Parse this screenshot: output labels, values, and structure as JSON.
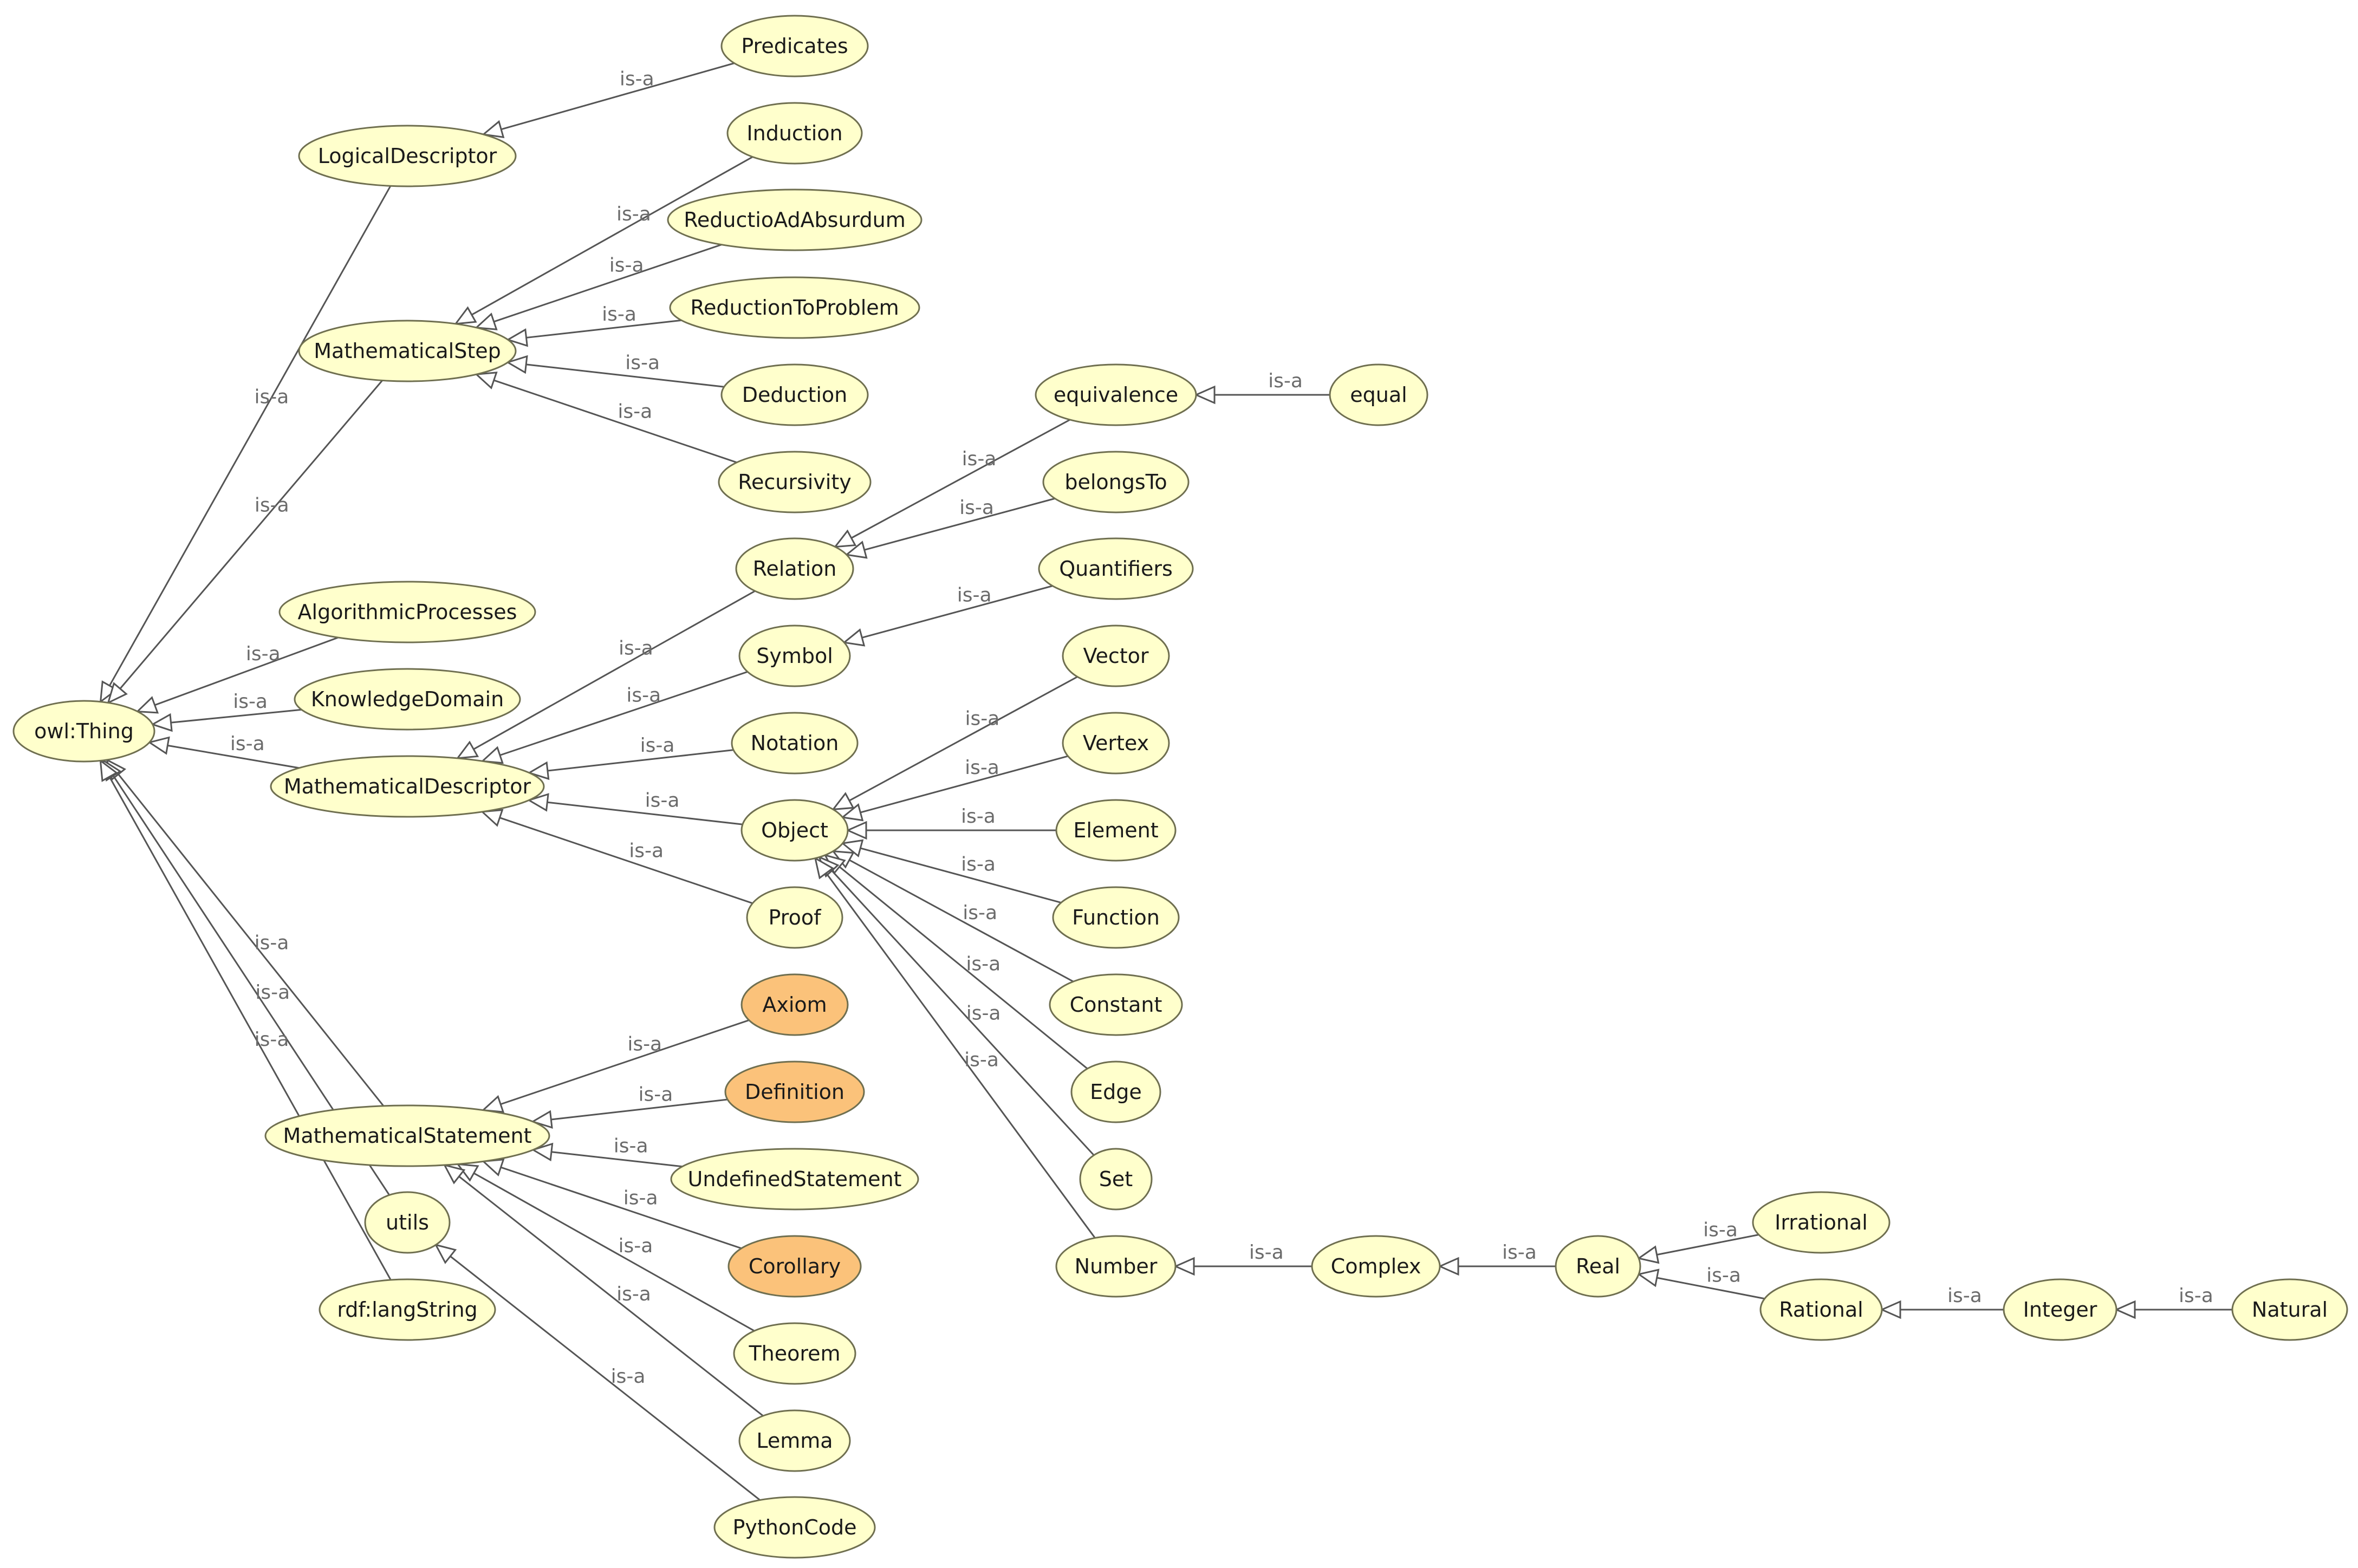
{
  "diagram": {
    "node_fill": "#ffffcc",
    "highlight_fill": "#fbc27a",
    "edge_label": "is-a",
    "nodes": [
      {
        "id": "owl-thing",
        "label": "owl:Thing"
      },
      {
        "id": "logical-descriptor",
        "label": "LogicalDescriptor"
      },
      {
        "id": "predicates",
        "label": "Predicates"
      },
      {
        "id": "mathematical-step",
        "label": "MathematicalStep"
      },
      {
        "id": "induction",
        "label": "Induction"
      },
      {
        "id": "reductio-ad-absurdum",
        "label": "ReductioAdAbsurdum"
      },
      {
        "id": "reduction-to-problem",
        "label": "ReductionToProblem"
      },
      {
        "id": "deduction",
        "label": "Deduction"
      },
      {
        "id": "recursivity",
        "label": "Recursivity"
      },
      {
        "id": "algorithmic-processes",
        "label": "AlgorithmicProcesses"
      },
      {
        "id": "knowledge-domain",
        "label": "KnowledgeDomain"
      },
      {
        "id": "mathematical-descriptor",
        "label": "MathematicalDescriptor"
      },
      {
        "id": "relation",
        "label": "Relation"
      },
      {
        "id": "symbol",
        "label": "Symbol"
      },
      {
        "id": "notation",
        "label": "Notation"
      },
      {
        "id": "object",
        "label": "Object"
      },
      {
        "id": "proof",
        "label": "Proof"
      },
      {
        "id": "equivalence",
        "label": "equivalence"
      },
      {
        "id": "equal",
        "label": "equal"
      },
      {
        "id": "belongs-to",
        "label": "belongsTo"
      },
      {
        "id": "quantifiers",
        "label": "Quantifiers"
      },
      {
        "id": "vector",
        "label": "Vector"
      },
      {
        "id": "vertex",
        "label": "Vertex"
      },
      {
        "id": "element",
        "label": "Element"
      },
      {
        "id": "function",
        "label": "Function"
      },
      {
        "id": "constant",
        "label": "Constant"
      },
      {
        "id": "edge",
        "label": "Edge"
      },
      {
        "id": "set",
        "label": "Set"
      },
      {
        "id": "number",
        "label": "Number"
      },
      {
        "id": "complex",
        "label": "Complex"
      },
      {
        "id": "real",
        "label": "Real"
      },
      {
        "id": "irrational",
        "label": "Irrational"
      },
      {
        "id": "rational",
        "label": "Rational"
      },
      {
        "id": "integer",
        "label": "Integer"
      },
      {
        "id": "natural",
        "label": "Natural"
      },
      {
        "id": "mathematical-statement",
        "label": "MathematicalStatement"
      },
      {
        "id": "axiom",
        "label": "Axiom",
        "highlight": true
      },
      {
        "id": "definition",
        "label": "Definition",
        "highlight": true
      },
      {
        "id": "undefined-statement",
        "label": "UndefinedStatement"
      },
      {
        "id": "corollary",
        "label": "Corollary",
        "highlight": true
      },
      {
        "id": "theorem",
        "label": "Theorem"
      },
      {
        "id": "lemma",
        "label": "Lemma"
      },
      {
        "id": "utils",
        "label": "utils"
      },
      {
        "id": "python-code",
        "label": "PythonCode"
      },
      {
        "id": "rdf-lang-string",
        "label": "rdf:langString"
      }
    ],
    "edges": [
      {
        "child": "predicates",
        "parent": "logical-descriptor"
      },
      {
        "child": "induction",
        "parent": "mathematical-step"
      },
      {
        "child": "reductio-ad-absurdum",
        "parent": "mathematical-step"
      },
      {
        "child": "reduction-to-problem",
        "parent": "mathematical-step"
      },
      {
        "child": "deduction",
        "parent": "mathematical-step"
      },
      {
        "child": "recursivity",
        "parent": "mathematical-step"
      },
      {
        "child": "logical-descriptor",
        "parent": "owl-thing"
      },
      {
        "child": "mathematical-step",
        "parent": "owl-thing"
      },
      {
        "child": "algorithmic-processes",
        "parent": "owl-thing"
      },
      {
        "child": "knowledge-domain",
        "parent": "owl-thing"
      },
      {
        "child": "mathematical-descriptor",
        "parent": "owl-thing"
      },
      {
        "child": "mathematical-statement",
        "parent": "owl-thing"
      },
      {
        "child": "utils",
        "parent": "owl-thing"
      },
      {
        "child": "rdf-lang-string",
        "parent": "owl-thing"
      },
      {
        "child": "relation",
        "parent": "mathematical-descriptor"
      },
      {
        "child": "symbol",
        "parent": "mathematical-descriptor"
      },
      {
        "child": "notation",
        "parent": "mathematical-descriptor"
      },
      {
        "child": "object",
        "parent": "mathematical-descriptor"
      },
      {
        "child": "proof",
        "parent": "mathematical-descriptor"
      },
      {
        "child": "equivalence",
        "parent": "relation"
      },
      {
        "child": "belongs-to",
        "parent": "relation"
      },
      {
        "child": "equal",
        "parent": "equivalence"
      },
      {
        "child": "quantifiers",
        "parent": "symbol"
      },
      {
        "child": "vector",
        "parent": "object"
      },
      {
        "child": "vertex",
        "parent": "object"
      },
      {
        "child": "element",
        "parent": "object"
      },
      {
        "child": "function",
        "parent": "object"
      },
      {
        "child": "constant",
        "parent": "object"
      },
      {
        "child": "edge",
        "parent": "object"
      },
      {
        "child": "set",
        "parent": "object"
      },
      {
        "child": "number",
        "parent": "object"
      },
      {
        "child": "complex",
        "parent": "number"
      },
      {
        "child": "real",
        "parent": "complex"
      },
      {
        "child": "irrational",
        "parent": "real"
      },
      {
        "child": "rational",
        "parent": "real"
      },
      {
        "child": "integer",
        "parent": "rational"
      },
      {
        "child": "natural",
        "parent": "integer"
      },
      {
        "child": "axiom",
        "parent": "mathematical-statement"
      },
      {
        "child": "definition",
        "parent": "mathematical-statement"
      },
      {
        "child": "undefined-statement",
        "parent": "mathematical-statement"
      },
      {
        "child": "corollary",
        "parent": "mathematical-statement"
      },
      {
        "child": "theorem",
        "parent": "mathematical-statement"
      },
      {
        "child": "lemma",
        "parent": "mathematical-statement"
      },
      {
        "child": "python-code",
        "parent": "utils"
      }
    ]
  }
}
